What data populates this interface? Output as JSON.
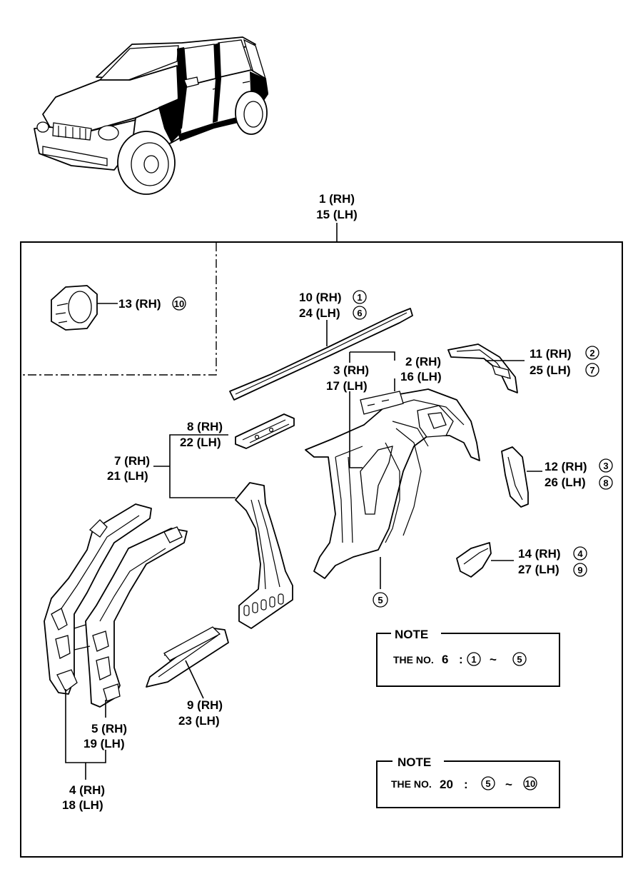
{
  "diagram": {
    "callouts": [
      {
        "key": "c1",
        "lines": [
          "1 (RH)",
          "15 (LH)"
        ]
      },
      {
        "key": "c13",
        "lines": [
          "13 (RH)"
        ],
        "circle": "10"
      },
      {
        "key": "c10",
        "lines": [
          "10 (RH)",
          "24 (LH)"
        ],
        "circles": [
          "1",
          "6"
        ]
      },
      {
        "key": "c2",
        "lines": [
          "2 (RH)",
          "16 (LH)"
        ]
      },
      {
        "key": "c3",
        "lines": [
          "3 (RH)",
          "17 (LH)"
        ]
      },
      {
        "key": "c11",
        "lines": [
          "11 (RH)",
          "25 (LH)"
        ],
        "circles": [
          "2",
          "7"
        ]
      },
      {
        "key": "c8",
        "lines": [
          "8 (RH)",
          "22 (LH)"
        ]
      },
      {
        "key": "c7",
        "lines": [
          "7 (RH)",
          "21 (LH)"
        ]
      },
      {
        "key": "c12",
        "lines": [
          "12 (RH)",
          "26 (LH)"
        ],
        "circles": [
          "3",
          "8"
        ]
      },
      {
        "key": "c14",
        "lines": [
          "14 (RH)",
          "27 (LH)"
        ],
        "circles": [
          "4",
          "9"
        ]
      },
      {
        "key": "c5c",
        "circle": "5"
      },
      {
        "key": "c9",
        "lines": [
          "9 (RH)",
          "23 (LH)"
        ]
      },
      {
        "key": "c5",
        "lines": [
          "5 (RH)",
          "19 (LH)"
        ]
      },
      {
        "key": "c4",
        "lines": [
          "4 (RH)",
          "18 (LH)"
        ]
      }
    ],
    "notes": [
      {
        "title": "NOTE",
        "prefix": "THE NO.",
        "number": "6",
        "range_from": "1",
        "range_to": "5"
      },
      {
        "title": "NOTE",
        "prefix": "THE NO.",
        "number": "20",
        "range_from": "5",
        "range_to": "10"
      }
    ],
    "range_separator": "~",
    "colon": ":"
  }
}
